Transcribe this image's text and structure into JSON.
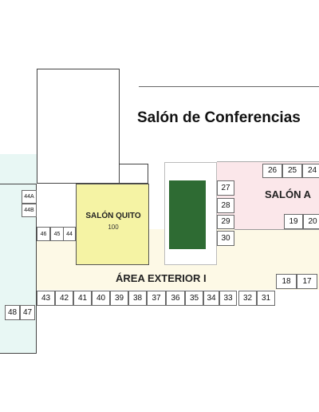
{
  "venue_title": "Salón de Conferencias",
  "rooms": {
    "salon_quito": {
      "name": "SALÓN QUITO",
      "capacity": "100"
    },
    "salon_a": {
      "name": "SALÓN A"
    },
    "area_exterior": {
      "name": "ÁREA EXTERIOR I"
    }
  },
  "booths": {
    "b24": "24",
    "b25": "25",
    "b26": "26",
    "b27": "27",
    "b28": "28",
    "b29": "29",
    "b30": "30",
    "b19": "19",
    "b20": "20",
    "b18": "18",
    "b17": "17",
    "b44A": "44A",
    "b44B": "44B",
    "b46": "46",
    "b45": "45",
    "b44": "44",
    "b43": "43",
    "b42": "42",
    "b41": "41",
    "b40": "40",
    "b39": "39",
    "b38": "38",
    "b37": "37",
    "b36": "36",
    "b35": "35",
    "b34": "34",
    "b33": "33",
    "b32": "32",
    "b31": "31",
    "b48": "48",
    "b47": "47"
  },
  "colors": {
    "salon_quito_fill": "#f5f3a4",
    "salon_a_fill": "#fbe7ea",
    "exterior_fill": "#fdf9e6",
    "left_zone_fill": "#e8f7f4",
    "green_block": "#2e6b33"
  }
}
